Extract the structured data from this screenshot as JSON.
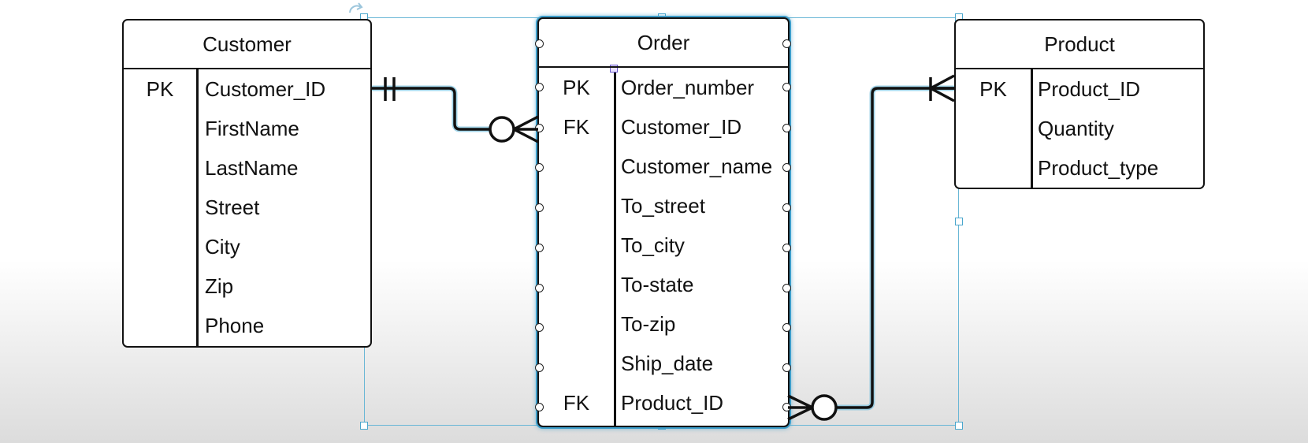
{
  "entities": {
    "customer": {
      "title": "Customer",
      "rows": [
        {
          "key": "PK",
          "field": "Customer_ID"
        },
        {
          "key": "",
          "field": "FirstName"
        },
        {
          "key": "",
          "field": "LastName"
        },
        {
          "key": "",
          "field": "Street"
        },
        {
          "key": "",
          "field": "City"
        },
        {
          "key": "",
          "field": "Zip"
        },
        {
          "key": "",
          "field": "Phone"
        }
      ]
    },
    "order": {
      "title": "Order",
      "rows": [
        {
          "key": "PK",
          "field": "Order_number"
        },
        {
          "key": "FK",
          "field": "Customer_ID"
        },
        {
          "key": "",
          "field": "Customer_name"
        },
        {
          "key": "",
          "field": "To_street"
        },
        {
          "key": "",
          "field": "To_city"
        },
        {
          "key": "",
          "field": "To-state"
        },
        {
          "key": "",
          "field": "To-zip"
        },
        {
          "key": "",
          "field": "Ship_date"
        },
        {
          "key": "FK",
          "field": "Product_ID"
        }
      ]
    },
    "product": {
      "title": "Product",
      "rows": [
        {
          "key": "PK",
          "field": "Product_ID"
        },
        {
          "key": "",
          "field": "Quantity"
        },
        {
          "key": "",
          "field": "Product_type"
        }
      ]
    }
  },
  "relationships": [
    {
      "from": "Customer.Customer_ID",
      "to": "Order.Customer_ID",
      "from_cardinality": "one-and-only-one",
      "to_cardinality": "zero-or-many"
    },
    {
      "from": "Product.Product_ID",
      "to": "Order.Product_ID",
      "from_cardinality": "one-or-many",
      "to_cardinality": "zero-or-many"
    }
  ],
  "colors": {
    "line": "#111111",
    "selection": "#3c9dca",
    "handle": "#4aa6cc"
  }
}
